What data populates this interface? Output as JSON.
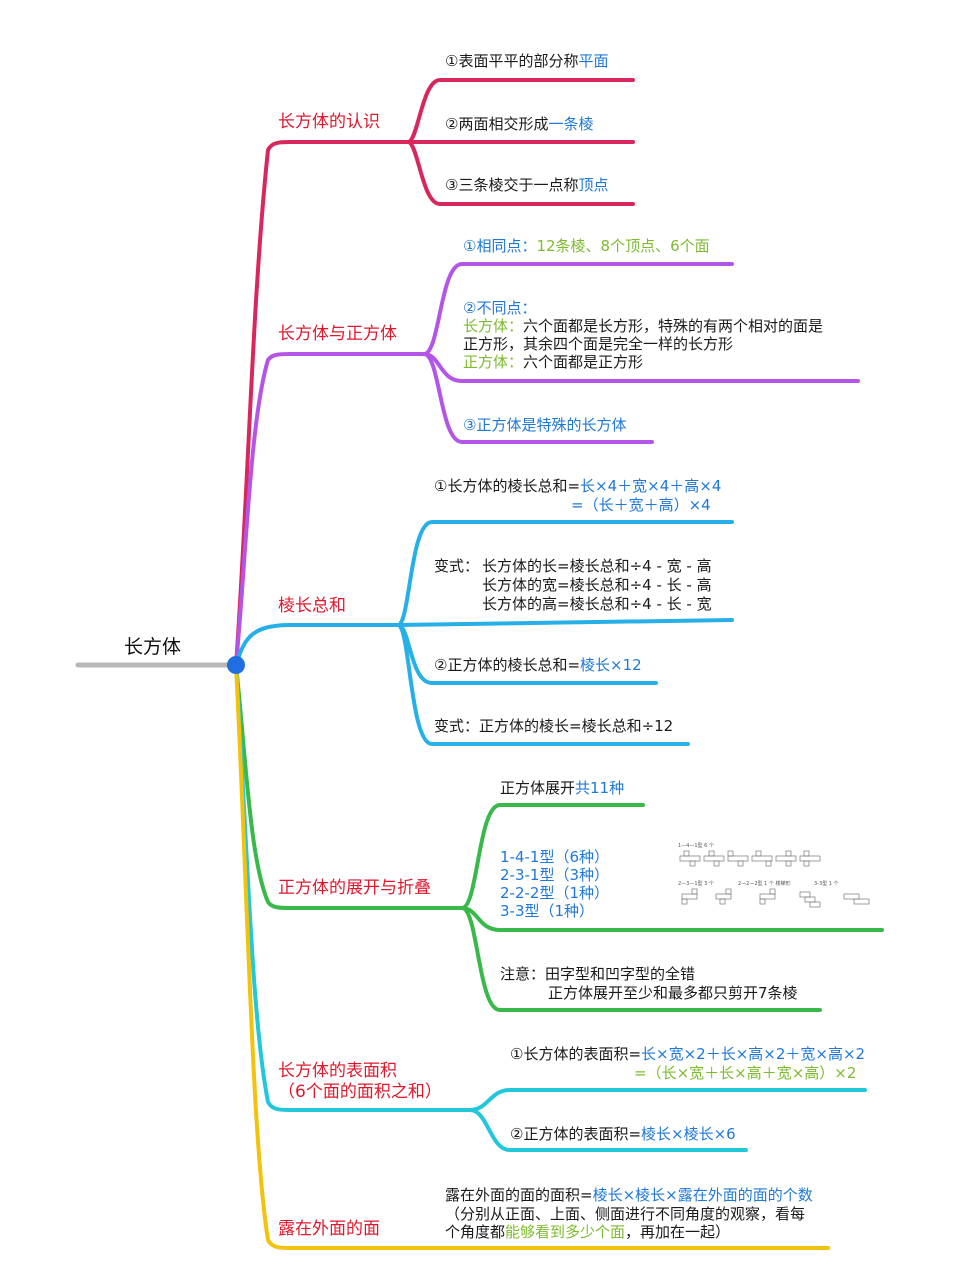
{
  "root": {
    "label": "长方体"
  },
  "colors": {
    "red": "#d8275c",
    "purple": "#b455e8",
    "blue": "#27b0e8",
    "green": "#38b94a",
    "cyan": "#22c7da",
    "yellow": "#f3c20c",
    "root_line": "#b8b8b8",
    "root_dot": "#1f6fe0",
    "blue_text": "#1f78d8",
    "green_text": "#7dbb2e",
    "topic_text": "#e0182d"
  },
  "branches": [
    {
      "label": "长方体的认识",
      "items": [
        {
          "text": "①表面平平的部分称",
          "hl": "平面"
        },
        {
          "text": "②两面相交形成",
          "hl": "一条棱"
        },
        {
          "text": "③三条棱交于一点称",
          "hl": "顶点"
        }
      ]
    },
    {
      "label": "长方体与正方体",
      "same_head": "①相同点：",
      "same_value": "12条棱、8个顶点、6个面",
      "diff_head": "②不同点：",
      "diff_cuboid_label": "长方体：",
      "diff_cuboid_text1": "六个面都是长方形，特殊的有两个相对的面是",
      "diff_cuboid_text2": "正方形，其余四个面是完全一样的长方形",
      "diff_cube_label": "正方体：",
      "diff_cube_text": "六个面都是正方形",
      "special": "③正方体是特殊的长方体"
    },
    {
      "label": "棱长总和",
      "f1_head": "①长方体的棱长总和=",
      "f1_value": "长×4＋宽×4＋高×4",
      "f1_line2": "=（长＋宽＋高）×4",
      "variant_label": "变式：",
      "variants": [
        "长方体的长=棱长总和÷4 - 宽 - 高",
        "长方体的宽=棱长总和÷4 - 长 - 高",
        "长方体的高=棱长总和÷4 - 长 - 宽"
      ],
      "f2_head": "②正方体的棱长总和=",
      "f2_value": "棱长×12",
      "variant2": "变式：正方体的棱长=棱长总和÷12"
    },
    {
      "label": "正方体的展开与折叠",
      "total_head": "正方体展开",
      "total_value": "共11种",
      "types": [
        "1-4-1型（6种）",
        "2-3-1型（3种）",
        "2-2-2型（1种）",
        "3-3型（1种）"
      ],
      "net_captions": [
        "1—4—1型 6 个",
        "2—3—1型 3 个",
        "2—2—2型 1 个 楼梯形",
        "3-3型 1 个"
      ],
      "note1": "注意：田字型和凹字型的全错",
      "note2": "正方体展开至少和最多都只剪开7条棱"
    },
    {
      "label_line1": "长方体的表面积",
      "label_line2": "（6个面的面积之和）",
      "f1_head": "①长方体的表面积=",
      "f1_value": "长×宽×2＋长×高×2＋宽×高×2",
      "f1_line2": "=（长×宽＋长×高＋宽×高）×2",
      "f2_head": "②正方体的表面积=",
      "f2_value": "棱长×棱长×6"
    },
    {
      "label": "露在外面的面",
      "line1_head": "露在外面的面的面积=",
      "line1_value": "棱长×棱长×露在外面的面的个数",
      "line2": "（分别从正面、上面、侧面进行不同角度的观察，看每",
      "line3_head": "个角度都",
      "line3_hl": "能够看到多少个面",
      "line3_tail": "，再加在一起）"
    }
  ]
}
